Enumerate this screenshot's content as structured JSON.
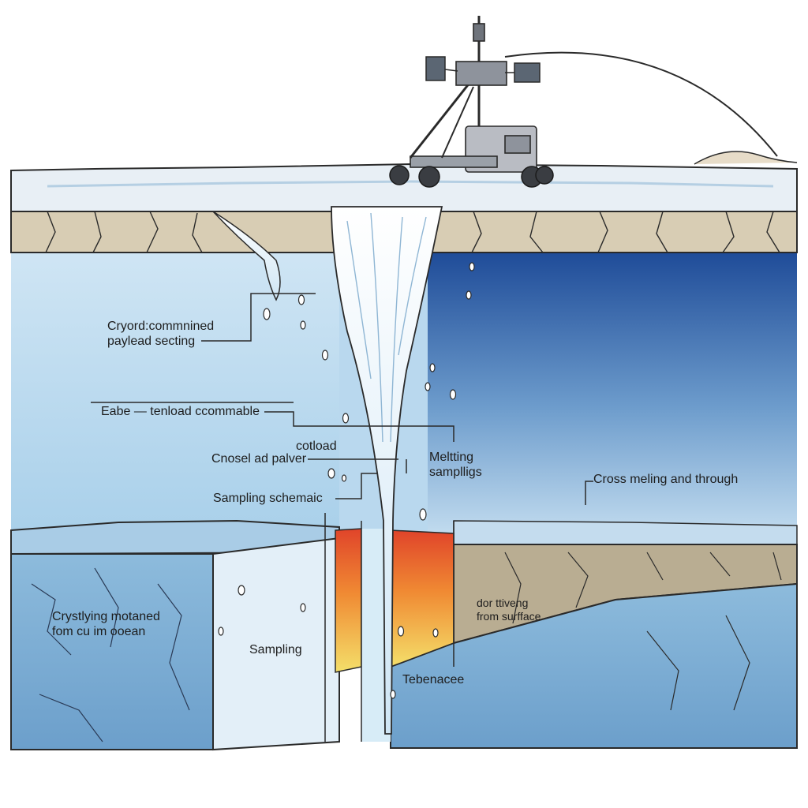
{
  "labels": {
    "payload_line1": "Cryord:commnined",
    "payload_line2": "paylead secting",
    "eabe": "Eabe — tenload ccommable",
    "cotload": "cotload",
    "crosselad": "Cnosel ad palver",
    "sampling_schematic": "Sampling schemaic",
    "melting_line1": "Meltting",
    "melting_line2": "samplligs",
    "cross_melting": "Cross meling and through",
    "crystallizing_line1": "Crystlying motaned",
    "crystallizing_line2": "fom cu im ooean",
    "sampling": "Sampling",
    "tebenacee": "Tebenacee",
    "from_surface_line1": "dor ttiveng",
    "from_surface_line2": "from surfface"
  },
  "colors": {
    "ocean_light": "#d6eaf6",
    "ocean_deep": "#1f4f9a",
    "ice_surface": "#e6eef4",
    "rock": "#d8cdb4",
    "lower_ice": "#8fbddd",
    "melt_red": "#e0442a",
    "melt_yellow": "#f2d35a",
    "outline": "#2a2a2a"
  }
}
